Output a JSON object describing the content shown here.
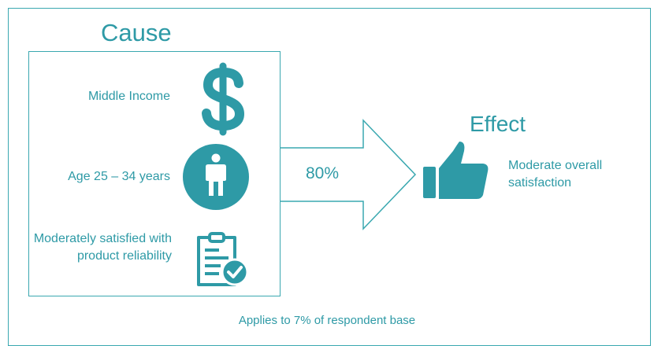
{
  "titles": {
    "cause": "Cause",
    "effect": "Effect"
  },
  "causes": [
    {
      "label": "Middle Income",
      "icon": "dollar-icon"
    },
    {
      "label": "Age 25 – 34 years",
      "icon": "person-icon"
    },
    {
      "label": "Moderately satisfied with product reliability",
      "icon": "clipboard-check-icon"
    }
  ],
  "arrow": {
    "percent": "80%"
  },
  "effect": {
    "label": "Moderate overall satisfaction",
    "icon": "thumbs-up-icon"
  },
  "footer": "Applies to 7% of respondent base",
  "colors": {
    "accent": "#2e9aa6",
    "border": "#3aa8b0",
    "background": "#ffffff"
  }
}
